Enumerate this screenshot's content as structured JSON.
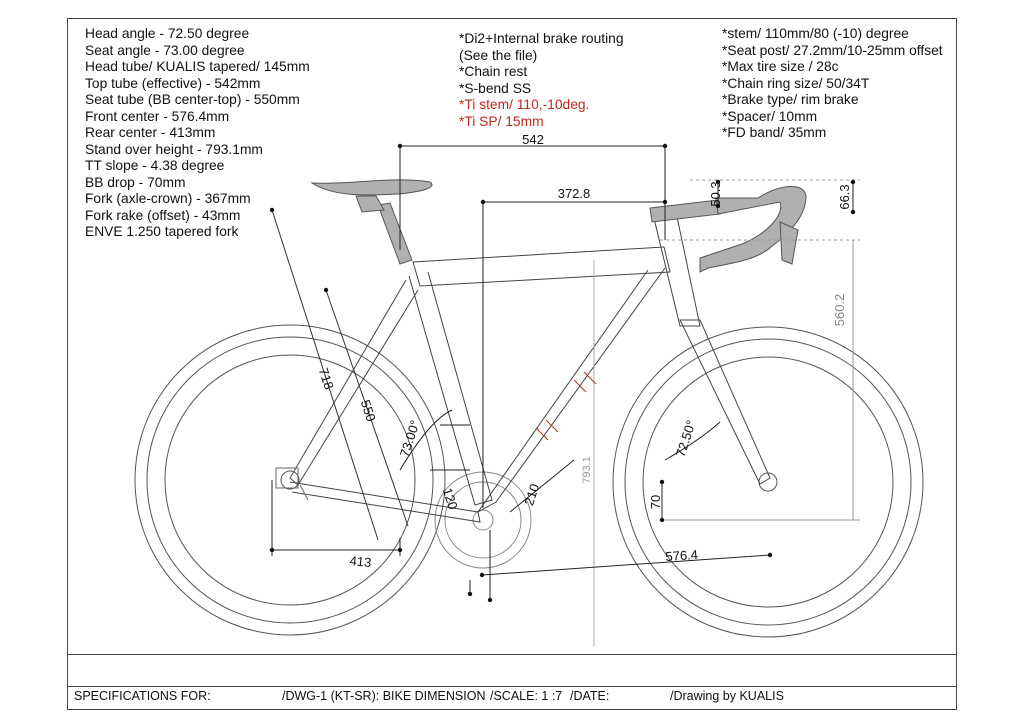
{
  "geometry_specs": [
    "Head angle - 72.50 degree",
    "Seat angle - 73.00 degree",
    "Head tube/ KUALIS tapered/ 145mm",
    "Top tube (effective) - 542mm",
    "Seat tube (BB center-top) - 550mm",
    "Front center - 576.4mm",
    "Rear center - 413mm",
    "Stand over height - 793.1mm",
    "TT slope - 4.38 degree",
    "BB drop - 70mm",
    "Fork (axle-crown) - 367mm",
    "Fork rake (offset) - 43mm",
    "ENVE 1.250 tapered fork"
  ],
  "build_notes": [
    {
      "text": "*Di2+Internal brake routing",
      "highlight": false
    },
    {
      "text": "(See the file)",
      "highlight": false
    },
    {
      "text": "*Chain rest",
      "highlight": false
    },
    {
      "text": "*S-bend SS",
      "highlight": false
    },
    {
      "text": "*Ti stem/ 110,-10deg.",
      "highlight": true
    },
    {
      "text": "*Ti SP/ 15mm",
      "highlight": true
    }
  ],
  "component_specs": [
    "*stem/ 110mm/80 (-10) degree",
    "*Seat post/ 27.2mm/10-25mm offset",
    "*Max tire size / 28c",
    "*Chain ring size/ 50/34T",
    "*Brake type/ rim brake",
    "*Spacer/ 10mm",
    "*FD band/ 35mm"
  ],
  "dimensions": {
    "top_tube": "542",
    "reach": "372.8",
    "stem_drop": "50.3",
    "bar_height": "66.3",
    "stack": "560.2",
    "seat_tube_ctt": "718",
    "seat_tube": "550",
    "seat_angle": "73.00°",
    "head_angle": "72.50°",
    "bb_offset": "120",
    "crank": "210",
    "standover": "793.1",
    "bb_drop": "70",
    "rear_center": "413",
    "front_center": "576.4"
  },
  "footer": {
    "specs_for": "SPECIFICATIONS FOR:",
    "drawing": "/DWG-1 (KT-SR): BIKE DIMENSION",
    "scale": "/SCALE: 1 :7",
    "date": "/DATE:",
    "author": "/Drawing by KUALIS"
  },
  "colors": {
    "line": "#333333",
    "dim": "#222222",
    "highlight": "#c0291d",
    "part_gray": "#a9a9a9"
  }
}
